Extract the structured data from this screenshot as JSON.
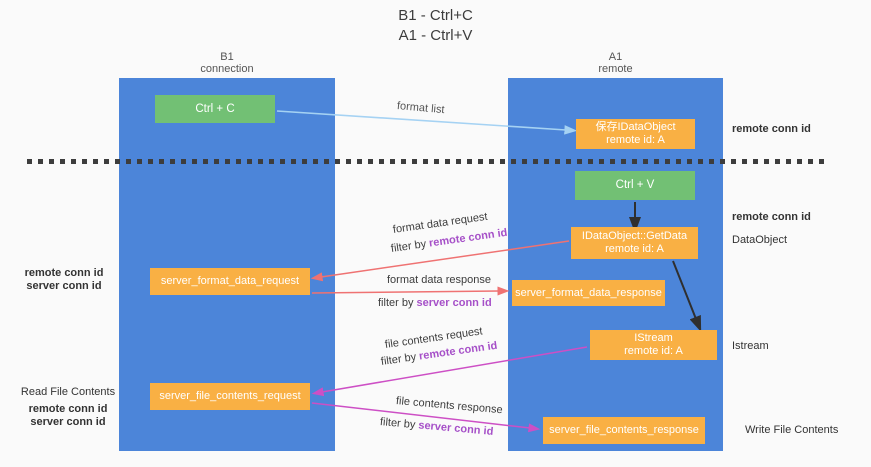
{
  "title": {
    "line1": "B1 - Ctrl+C",
    "line2": "A1 - Ctrl+V"
  },
  "lanes": {
    "left": {
      "name": "B1",
      "role": "connection"
    },
    "right": {
      "name": "A1",
      "role": "remote"
    }
  },
  "nodes": {
    "ctrl_c": {
      "label": "Ctrl + C"
    },
    "ctrl_v": {
      "label": "Ctrl + V"
    },
    "save_idataobject": {
      "line1": "保存IDataObject",
      "line2": "remote id: A"
    },
    "idataobject_getdata": {
      "line1": "IDataObject::GetData",
      "line2": "remote id: A"
    },
    "istream": {
      "line1": "IStream",
      "line2": "remote id: A"
    },
    "server_format_data_request": {
      "label": "server_format_data_request"
    },
    "server_format_data_response": {
      "label": "server_format_data_response"
    },
    "server_file_contents_request": {
      "label": "server_file_contents_request"
    },
    "server_file_contents_response": {
      "label": "server_file_contents_response"
    }
  },
  "arrows": {
    "format_list": {
      "label": "format list"
    },
    "format_data_request": {
      "label": "format data request",
      "filter_prefix": "filter by ",
      "filter_key": "remote conn id"
    },
    "format_data_response": {
      "label": "format data response",
      "filter_prefix": "filter by ",
      "filter_key": "server conn id"
    },
    "file_contents_request": {
      "label": "file contents request",
      "filter_prefix": "filter by ",
      "filter_key": "remote conn id"
    },
    "file_contents_response": {
      "label": "file contents response",
      "filter_prefix": "filter by ",
      "filter_key": "server conn id"
    }
  },
  "side_labels": {
    "right_top_remote_conn_id": "remote conn id",
    "right_mid_remote_conn_id": "remote conn id",
    "dataobject": "DataObject",
    "istream": "Istream",
    "write_file_contents": "Write File Contents",
    "read_file_contents": "Read File Contents",
    "left_format": {
      "remote": "remote conn id",
      "server": "server conn id"
    },
    "left_file": {
      "remote": "remote conn id",
      "server": "server conn id"
    }
  },
  "colors": {
    "lane_blue": "#4c85d9",
    "box_green": "#72c074",
    "box_orange": "#f9b044",
    "label_purple": "#a650c8",
    "label_green": "#5cb55c",
    "arrow_red": "#ef7272",
    "arrow_magenta": "#cd4fc5",
    "arrow_lightblue": "#a5d2f3",
    "arrow_black": "#2f2f2f",
    "dashed_line": "#3d3d3d"
  }
}
